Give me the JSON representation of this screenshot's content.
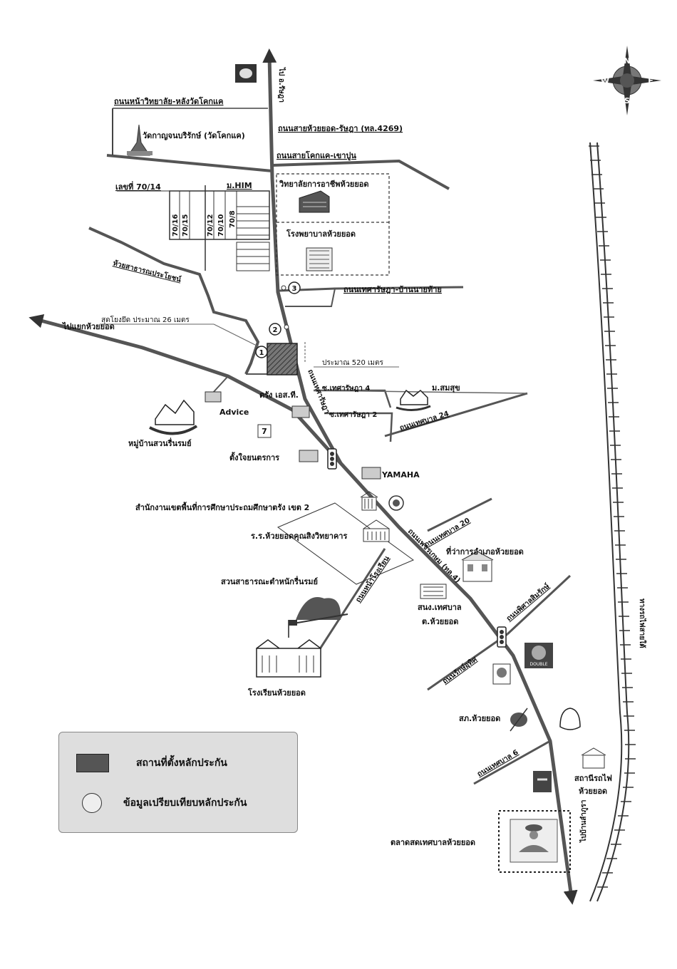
{
  "labels": {
    "rd_college_watkhok": "ถนนหน้าวิทยาลัย-หลังวัดโคกแค",
    "wat": "วัดกาญจนบริรักษ์ (วัดโคกแค)",
    "rd_huaiyot_ratsada": "ถนนสายห้วยยอด-รัษฎา (ทล.4269)",
    "rd_khokkhae_khaopun": "ถนนสายโคกแค-เขาปูน",
    "to_ratsada": "ไป อ.รัษฎา",
    "no_7014": "เลขที่ 70/14",
    "mb_him": "ม.HIM",
    "plot_a": "70/16",
    "plot_b": "70/15",
    "plot_c": "70/12",
    "plot_d": "70/10",
    "plot_e": "70/8",
    "college": "วิทยาลัยการอาชีพห้วยยอด",
    "hospital": "โรงพยาบาลห้วยยอด",
    "canal": "ห้วยสาธารณประโยชน์",
    "rd_thetsaban_ratsada": "ถนนเทศารัษฎา-บ้านนายท้าย",
    "to_yaek": "ไปแยกห้วยยอด",
    "dist_26": "สุดโยงยึด ประมาณ 26 เมตร",
    "dist_520": "ประมาณ 520 เมตร",
    "trang_est": "ตรัง เอส.ที.",
    "soi_4": "ซ.เทศารัษฎา 4",
    "soi_2": "ซ.เทศารัษฎา 2",
    "rd_thetsaban_24": "ถนนเทศบาล 24",
    "mb_somsuk": "ม.สมสุข",
    "advice": "Advice",
    "mb_suanrun": "หมู่บ้านสวนรื่นรมย์",
    "tangjai": "ตั้งใจยนตรการ",
    "yamaha": "YAMAHA",
    "edu_office": "สำนักงานเขตพื้นที่การศึกษาประถมศึกษาตรัง เขต 2",
    "school_ktk": "ร.ร.ห้วยยอดคุณสิงวิทยาคาร",
    "park": "สวนสาธารณะตำหนักรื่นรมย์",
    "rd_thetsaban_20": "ถนนเทศบาล 20",
    "district_office": "ที่ว่าการอำเภอห้วยยอด",
    "rd_thetsarat": "ถนนเทศารัษฎา",
    "rd_petkasem": "ถนนเพชรเกษม (ทล.4)",
    "mun_office_1": "สนง.เทศบาล",
    "mun_office_2": "ต.ห้วยยอด",
    "rd_wanarak": "ถนนพิศาลสิมรักษ์",
    "rd_huaiyot_school": "ถนนหน้าโรงเรียน",
    "school_hy": "โรงเรียนห้วยยอด",
    "traffic_rd": "ถนนรักษ์อุทิศ",
    "police": "สภ.ห้วยยอด",
    "rd_thetsaban_6": "ถนนเทศบาล 6",
    "station_1": "สถานีรถไฟ",
    "station_2": "ห้วยยอด",
    "railway": "ทางรถไฟสายใต้",
    "market": "ตลาดสดเทศบาลห้วยยอด",
    "to_lampura": "ไปบ้านลำภูรา",
    "bank_label": "DOUBLE",
    "c1": "1",
    "c2": "2",
    "c3": "3",
    "seven": "7",
    "compass_n": "N",
    "compass_s": "S",
    "compass_e": "E",
    "compass_w": "W"
  },
  "legend": {
    "collateral_site": "สถานที่ตั้งหลักประกัน",
    "comparable": "ข้อมูลเปรียบเทียบหลักประกัน"
  },
  "colors": {
    "road": "#555555",
    "collateral": "#555555",
    "legend_bg": "#dedede"
  }
}
